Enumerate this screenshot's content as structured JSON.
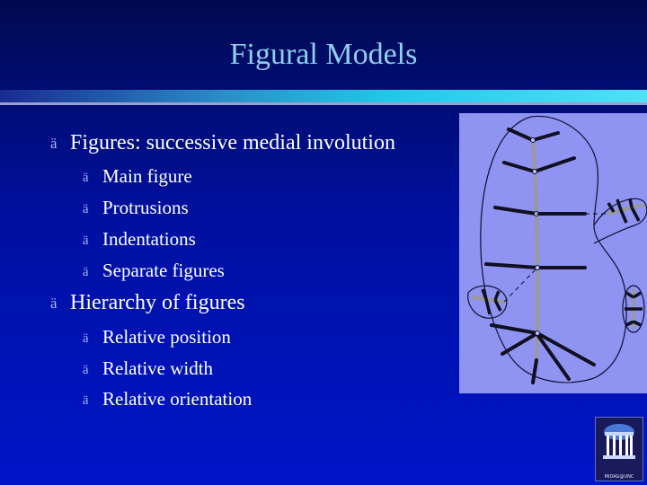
{
  "slide": {
    "title": "Figural Models",
    "bullets": [
      {
        "text": "Figures: successive medial involution",
        "subitems": [
          "Main figure",
          "Protrusions",
          "Indentations",
          "Separate figures"
        ]
      },
      {
        "text": "Hierarchy of figures",
        "subitems": [
          "Relative position",
          "Relative width",
          "Relative orientation"
        ]
      }
    ],
    "bullet_glyph": "ä",
    "logo_text": "MIDAG@UNC"
  },
  "colors": {
    "title": "#8fd0f0",
    "background_top": "#000a50",
    "background_bottom": "#0015c8",
    "figure_bg": "#8f93f2"
  },
  "icons": {
    "bullet": "arrow-bullet-icon",
    "logo": "old-well-logo-icon"
  }
}
